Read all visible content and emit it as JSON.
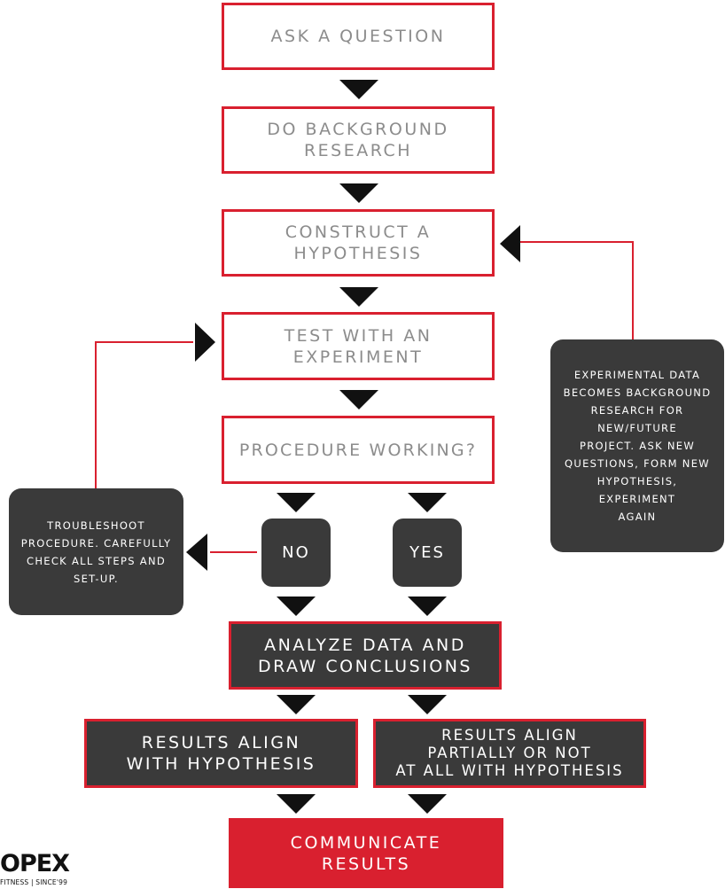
{
  "steps": {
    "ask": "ASK A QUESTION",
    "research": "DO BACKGROUND\nRESEARCH",
    "hypothesis": "CONSTRUCT A\nHYPOTHESIS",
    "experiment": "TEST WITH AN\nEXPERIMENT",
    "procedure": "PROCEDURE WORKING?",
    "analyze": "ANALYZE DATA AND\nDRAW CONCLUSIONS",
    "align": "RESULTS ALIGN\nWITH HYPOTHESIS",
    "not_align": "RESULTS ALIGN\nPARTIALLY OR NOT\nAT ALL WITH HYPOTHESIS",
    "communicate": "COMMUNICATE\nRESULTS"
  },
  "decisions": {
    "no": "NO",
    "yes": "YES"
  },
  "notes": {
    "troubleshoot": "TROUBLESHOOT\nPROCEDURE. CAREFULLY\nCHECK ALL STEPS AND\nSET-UP.",
    "experimental": "EXPERIMENTAL DATA\nBECOMES BACKGROUND\nRESEARCH FOR\nNEW/FUTURE\nPROJECT. ASK NEW\nQUESTIONS, FORM NEW\nHYPOTHESIS,\nEXPERIMENT\nAGAIN"
  },
  "logo": {
    "main": "OPEX",
    "sub": "FITNESS | SINCE'99"
  },
  "colors": {
    "accent": "#d9202f",
    "dark": "#3a3a3a",
    "text_gray": "#8c8c8c",
    "arrow": "#111111"
  }
}
